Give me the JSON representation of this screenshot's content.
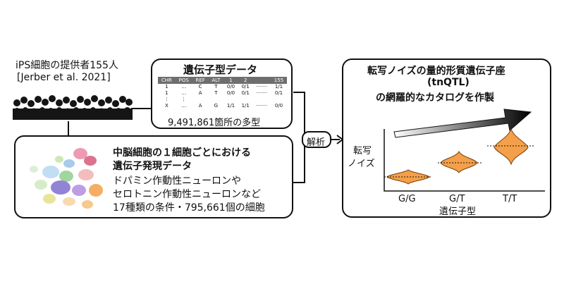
{
  "donors": {
    "title": "iPS細胞の提供者155人",
    "citation": "[Jerber et al. 2021]"
  },
  "genotype_box": {
    "title": "遺伝子型データ",
    "columns": [
      "CHR",
      "POS",
      "REF",
      "ALT",
      "1",
      "2",
      "155"
    ],
    "rows": [
      [
        "1",
        "…",
        "C",
        "T",
        "0/0",
        "0/1",
        "1/1"
      ],
      [
        "1",
        "…",
        "A",
        "T",
        "0/0",
        "0/1",
        "0/1"
      ],
      [
        "X",
        "…",
        "A",
        "G",
        "1/1",
        "1/1",
        "0/0"
      ]
    ],
    "caption": "9,491,861箇所の多型"
  },
  "expression_box": {
    "title_line1": "中脳細胞の１細胞ごとにおける",
    "title_line2": "遺伝子発現データ",
    "body_line1": "ドパミン作動性ニューロンや",
    "body_line2": "セロトニン作動性ニューロンなど",
    "body_line3": "17種類の条件・795,661個の細胞"
  },
  "analysis_label": "解析",
  "result_box": {
    "title_line1": "転写ノイズの量的形質遺伝子座",
    "title_line2": "(tnQTL)",
    "title_line3": "の網羅的なカタログを作製",
    "ylabel_line1": "転写",
    "ylabel_line2": "ノイズ",
    "xlabel": "遺伝子型",
    "categories": [
      "G/G",
      "G/T",
      "T/T"
    ]
  },
  "colors": {
    "violin_fill": "#f4a04a",
    "violin_stroke": "#7a3e0a",
    "table_header": "#6e6e6e"
  }
}
